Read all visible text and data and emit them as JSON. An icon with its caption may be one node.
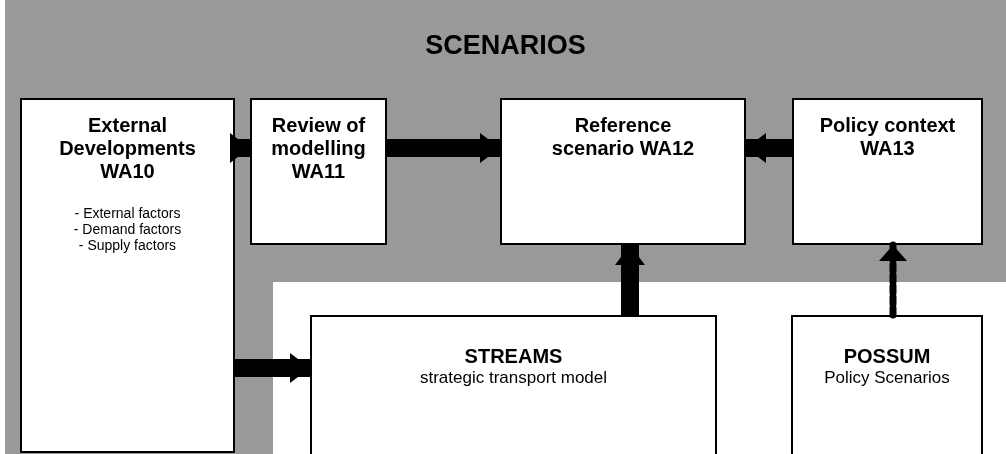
{
  "diagram": {
    "nodes": [
      {
        "text": [
          "SCENARIOS"
        ]
      },
      {
        "text": [
          "External Developments WA10",
          "- External factors",
          "- Demand factors",
          "- Supply factors"
        ],
        "in": 0
      },
      {
        "text": [
          "Review of modelling WA11"
        ],
        "in": 0
      },
      {
        "text": [
          "Reference scenario WA12"
        ],
        "in": 0
      },
      {
        "text": [
          "Policy context WA13"
        ],
        "in": 0
      },
      {
        "text": [
          "STREAMS",
          "strategic transport model"
        ]
      },
      {
        "text": [
          "POSSUM",
          "Policy Scenarios"
        ]
      }
    ],
    "edges": [
      {
        "from": 1,
        "to": 2,
        "arrow": "to"
      },
      {
        "from": 2,
        "to": 3,
        "arrow": "to"
      },
      {
        "from": 4,
        "to": 3,
        "arrow": "to"
      },
      {
        "from": 5,
        "to": 3,
        "arrow": "to"
      },
      {
        "from": 1,
        "to": 5,
        "arrow": "to"
      },
      {
        "from": 6,
        "to": 4,
        "arrow": "to",
        "style": "dashed"
      }
    ]
  }
}
